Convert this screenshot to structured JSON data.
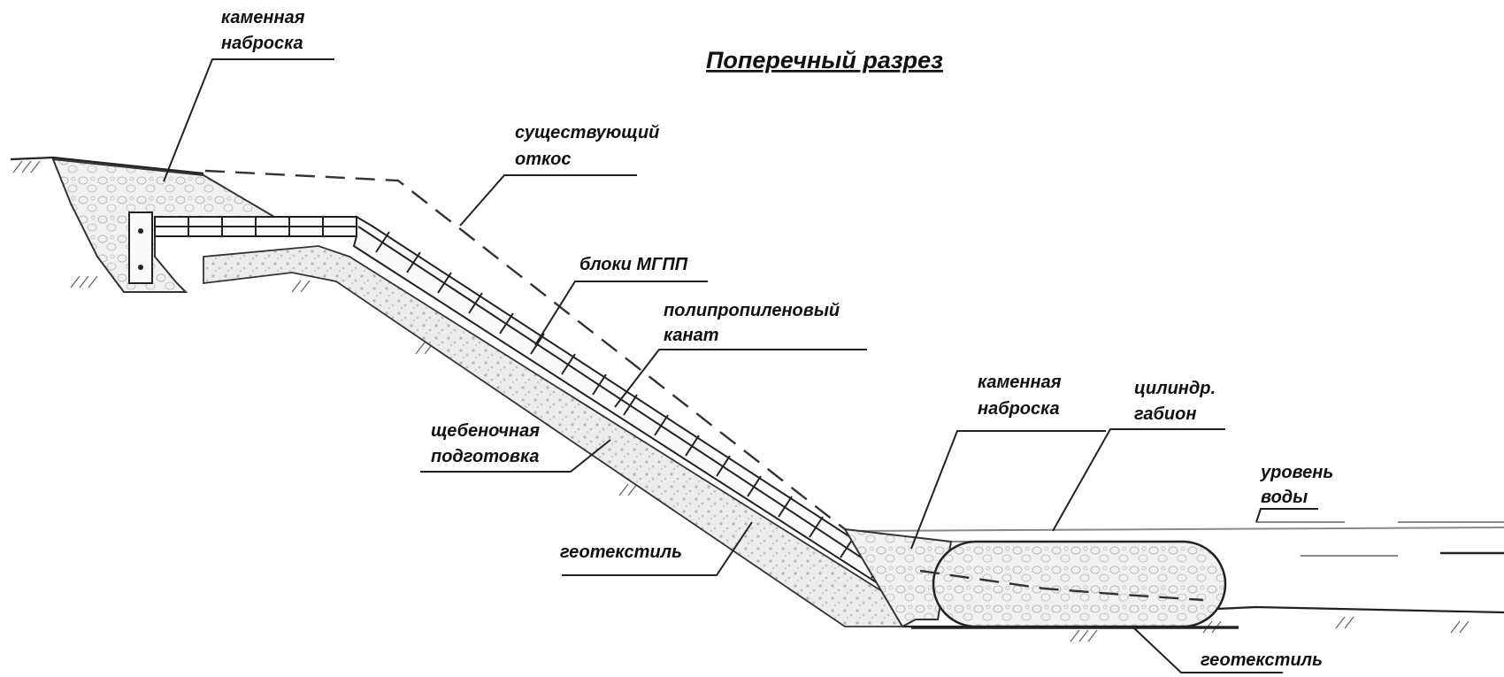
{
  "title": "Поперечный разрез",
  "labels": {
    "rock_fill_top": [
      "каменная",
      "наброска"
    ],
    "existing_slope": [
      "существующий",
      "откос"
    ],
    "blocks": "блоки МГПП",
    "rope": [
      "полипропиленовый",
      "канат"
    ],
    "gravel": [
      "щебеночная",
      "подготовка"
    ],
    "geotextile_slope": "геотекстиль",
    "rock_fill_bottom": [
      "каменная",
      "наброска"
    ],
    "gabion": [
      "цилиндр.",
      "габион"
    ],
    "water_level": [
      "уровень",
      "воды"
    ],
    "geotextile_bottom": "геотекстиль"
  },
  "colors": {
    "ink": "#222222",
    "fill_gravel": "#e6e6e6",
    "fill_rock": "#ededed",
    "water": "#888888"
  }
}
